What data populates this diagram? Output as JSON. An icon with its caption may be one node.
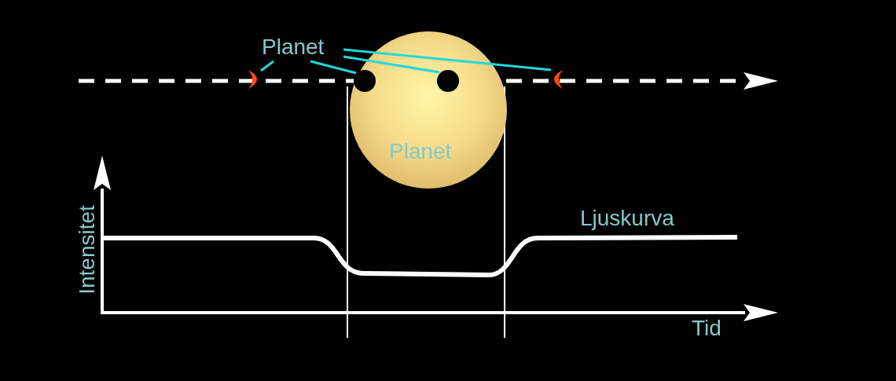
{
  "diagram": {
    "nodes": [
      {
        "text": [
          "Planet"
        ]
      },
      {
        "text": [],
        "shape": "crescent"
      },
      {
        "text": [
          "Planet"
        ]
      },
      {
        "text": [],
        "shape": "circle",
        "in": 2
      },
      {
        "text": [],
        "shape": "circle",
        "in": 2
      },
      {
        "text": [],
        "shape": "crescent"
      }
    ],
    "edges": [
      {
        "from": 0,
        "to": 1,
        "arrow": "none"
      },
      {
        "from": 0,
        "to": 3,
        "arrow": "none"
      },
      {
        "from": 0,
        "to": 4,
        "arrow": "none"
      },
      {
        "from": 0,
        "to": 5,
        "arrow": "none"
      }
    ],
    "labels": [
      "Intensitet",
      "Ljuskurva",
      "Tid"
    ]
  }
}
